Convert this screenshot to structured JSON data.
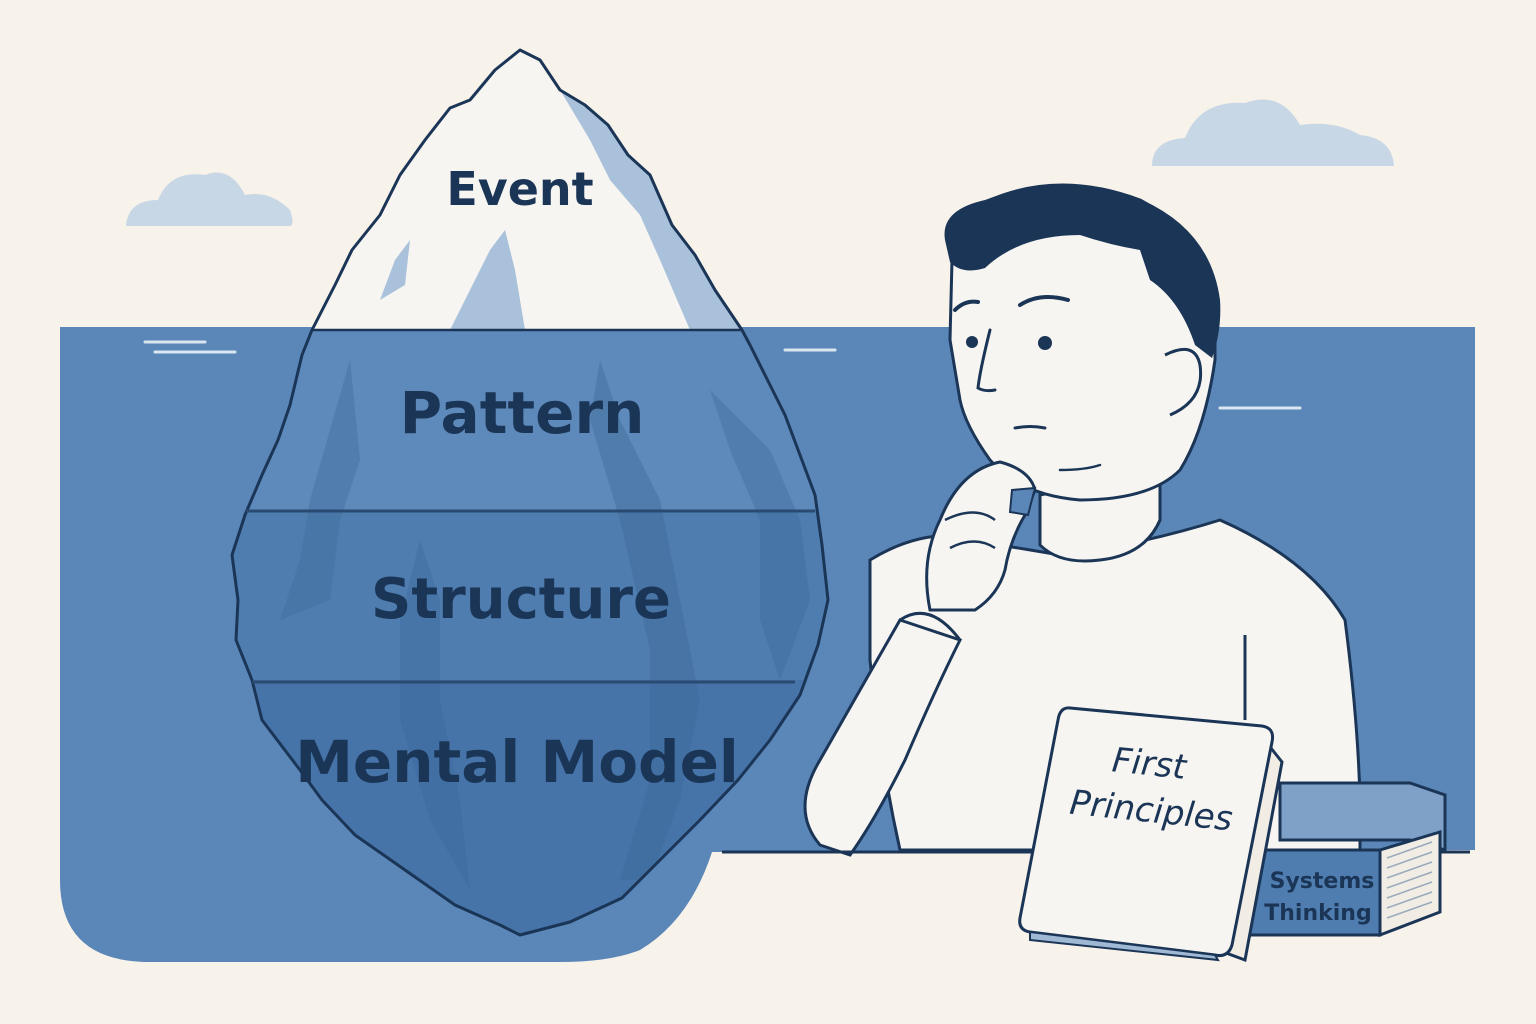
{
  "iceberg": {
    "layers": [
      {
        "label": "Event"
      },
      {
        "label": "Pattern"
      },
      {
        "label": "Structure"
      },
      {
        "label": "Mental Model"
      }
    ]
  },
  "books": {
    "front": {
      "line1": "First",
      "line2": "Principles"
    },
    "back": {
      "line1": "Systems",
      "line2": "Thinking"
    }
  },
  "colors": {
    "background": "#f7f2ea",
    "water": "#5b87b8",
    "outline": "#1b3557",
    "ice_tip": "#f7f5f1",
    "cloud": "#c8d7e6"
  },
  "icons": [
    "iceberg-illustration",
    "thinking-person-illustration",
    "book-icon",
    "cloud-icon"
  ]
}
